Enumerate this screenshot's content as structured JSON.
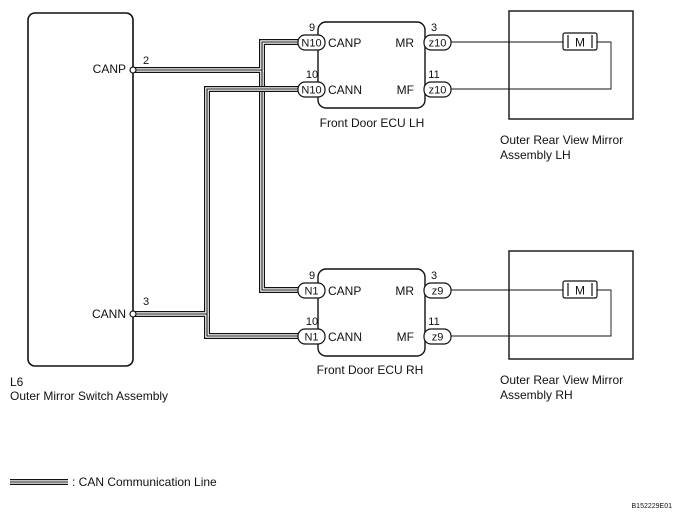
{
  "switch_assembly": {
    "id": "L6",
    "name": "Outer Mirror Switch Assembly",
    "terminals": [
      {
        "name": "CANP",
        "pin": "2"
      },
      {
        "name": "CANN",
        "pin": "3"
      }
    ]
  },
  "ecus": [
    {
      "name": "Front Door ECU LH",
      "connector_in": "N10",
      "connector_out": "z10",
      "terminals_in": [
        {
          "name": "CANP",
          "pin": "9"
        },
        {
          "name": "CANN",
          "pin": "10"
        }
      ],
      "terminals_out": [
        {
          "name": "MR",
          "pin": "3"
        },
        {
          "name": "MF",
          "pin": "11"
        }
      ]
    },
    {
      "name": "Front Door ECU RH",
      "connector_in": "N1",
      "connector_out": "z9",
      "terminals_in": [
        {
          "name": "CANP",
          "pin": "9"
        },
        {
          "name": "CANN",
          "pin": "10"
        }
      ],
      "terminals_out": [
        {
          "name": "MR",
          "pin": "3"
        },
        {
          "name": "MF",
          "pin": "11"
        }
      ]
    }
  ],
  "mirrors": [
    {
      "name_line1": "Outer Rear View Mirror",
      "name_line2": "Assembly LH",
      "motor_symbol": "M"
    },
    {
      "name_line1": "Outer Rear View Mirror",
      "name_line2": "Assembly RH",
      "motor_symbol": "M"
    }
  ],
  "legend": {
    "label": ": CAN Communication Line"
  },
  "figure_code": "B152229E01"
}
